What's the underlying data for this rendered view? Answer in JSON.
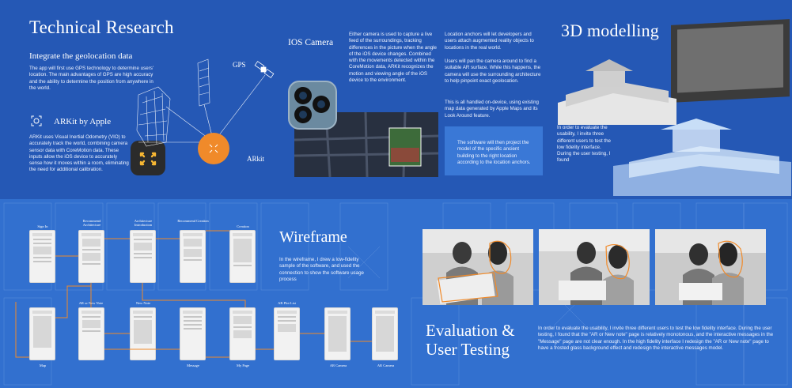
{
  "tech": {
    "title": "Technical Research",
    "geo_heading": "Integrate the geolocation data",
    "geo_text": "The app will first use GPS technology to determine users' location. The main advantages of GPS are high accuracy and the ability to determine the position from anywhere in the world.",
    "arkit_heading": "ARKit by Apple",
    "arkit_text": "ARKit uses Visual Inertial Odometry (VIO) to accurately track the world, combining camera sensor data with CoreMotion data. These inputs allow the iOS device to accurately sense how it moves within a room, eliminating the need for additional calibration.",
    "gps_label": "GPS",
    "arkit_label": "ARkit"
  },
  "camera": {
    "title": "IOS Camera",
    "text": "Either camera is used to capture a live feed of the surroundings, tracking differences in the picture when the angle of the iOS device changes. Combined with the movements detected within the CoreMotion data, ARKit recognizes the motion and viewing angle of the iOS device to the environment."
  },
  "anchors": {
    "p1": "Location anchors will let developers and users attach augmented reality objects to locations in the real world.",
    "p2": "Users will pan the camera around to find a suitable AR surface. While this happens, the camera will use the surrounding architecture to help pinpoint exact geolocation.",
    "p3": "This is all handled on-device, using existing map data generated by Apple Maps and its Look Around feature.",
    "box": "The software will then project the model of the specific ancient building to the right location according to the location anchors."
  },
  "modelling": {
    "title": "3D modelling",
    "text": "In order to evaluate the usability, I invite three different users to test the low fidelity interface. During the user testing, I found"
  },
  "wireframe": {
    "title": "Wireframe",
    "text": "In the wireframe, I drew a low-fidelity sample of the software, and used the connection to show the software usage process",
    "labels": {
      "sign_in": "Sign In",
      "recommend": "Recommend Architecture",
      "arch_intro": "Architecture Introduction",
      "recommend_creation": "Recommend Creation",
      "creation": "Creation",
      "ar_new_note": "AR or New Note",
      "new_note": "New Note",
      "ar_plot_list": "AR Plot List",
      "map": "Map",
      "message": "Message",
      "my_page": "My Page",
      "ar_camera": "AR Camera",
      "ar_camera2": "AR Camera"
    }
  },
  "evaluation": {
    "title_line1": "Evaluation &",
    "title_line2": "User Testing",
    "text": "In order to evaluate the usability, I invite three different users to test the low fidelity interface. During the user testing, I found that the \"AR or New note\" page is relatively monotonous, and the interactive messages in the \"Message\" page are not clear enough. In the high fidelity interface I redesign the \"AR or New note\" page to have a frosted glass background effect and redesign the interactive messages model."
  },
  "colors": {
    "accent": "#f08a2a",
    "bg_top": "#2558b5",
    "bg_bottom": "#3270cf"
  }
}
